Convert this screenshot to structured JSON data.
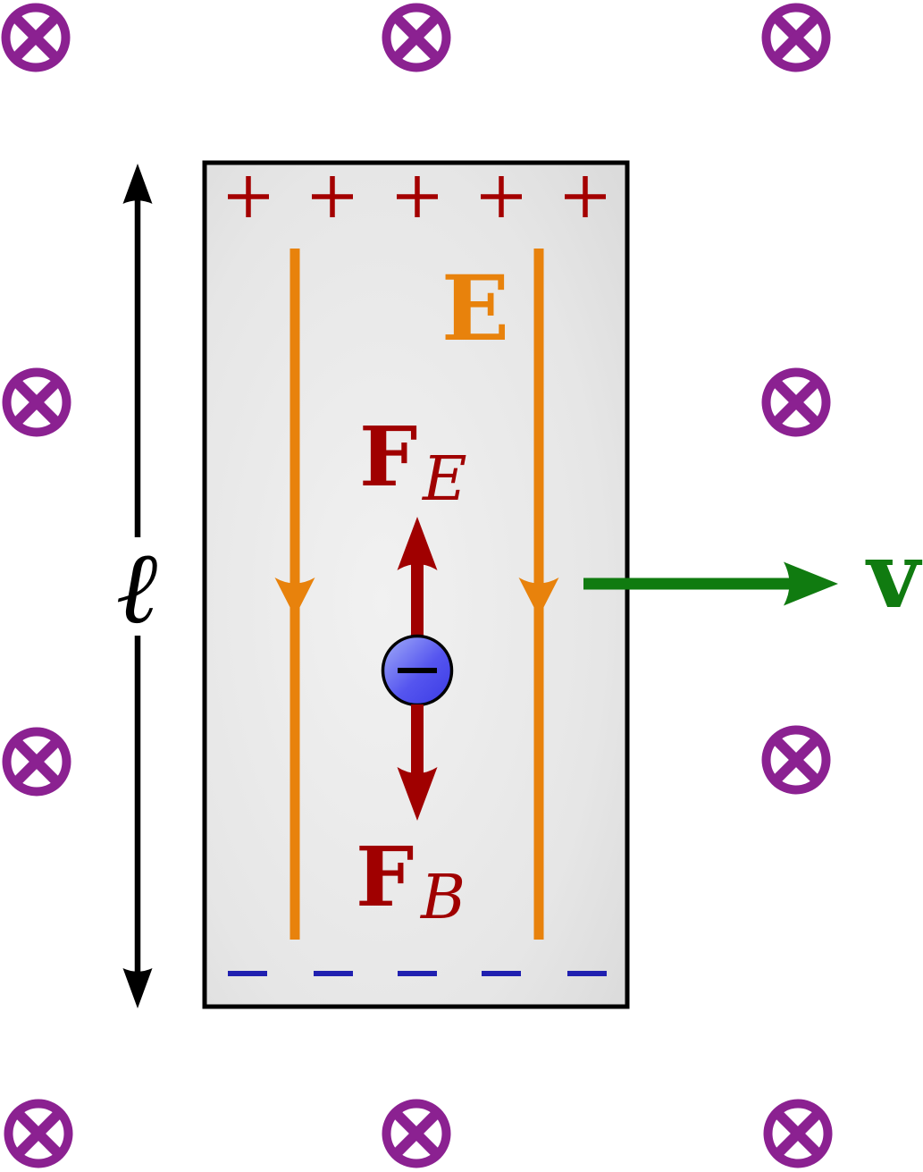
{
  "labels": {
    "length_symbol": "ℓ",
    "electric_field": "E",
    "electric_force_main": "F",
    "electric_force_sub": "E",
    "magnetic_force_main": "F",
    "magnetic_force_sub": "B",
    "velocity": "v"
  },
  "markers": {
    "magnetic_field_icon": "circled-x-into-page",
    "magnetic_field_count": 10,
    "positive_plate_symbol": "+",
    "positive_plate_count": 5,
    "negative_plate_symbol": "−",
    "negative_plate_count": 5,
    "charge_sign": "−",
    "field_line_count": 2
  },
  "colors": {
    "magnetic_field_purple": "#8B2191",
    "field_line_orange": "#E8820C",
    "force_red": "#A00000",
    "plate_positive_red": "#A40000",
    "plate_negative_blue": "#2020B0",
    "velocity_green": "#107B10",
    "electron_blue": "#4444E8",
    "region_fill_gray": "#E9E9E9",
    "outline_black": "#000000"
  }
}
